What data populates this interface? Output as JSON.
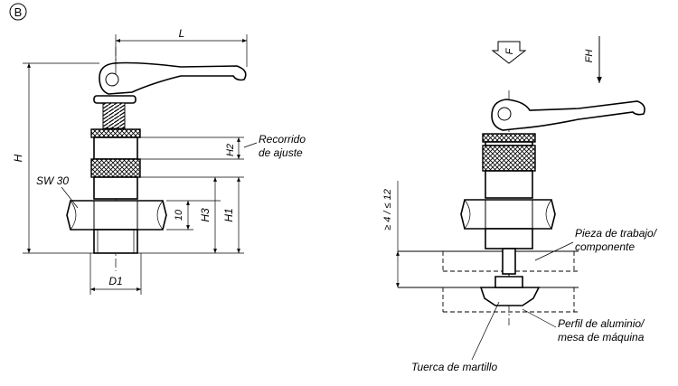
{
  "view_marker": "B",
  "left_view": {
    "dim_L": "L",
    "dim_H": "H",
    "dim_H1": "H1",
    "dim_H2": "H2",
    "dim_H3": "H3",
    "dim_10": "10",
    "dim_D1": "D1",
    "label_SW": "SW 30",
    "callout_adjust_line1": "Recorrido",
    "callout_adjust_line2": "de ajuste"
  },
  "right_view": {
    "force_F": "F",
    "force_FH": "FH",
    "dim_thickness": "≥ 4 / ≤ 12",
    "callout_workpiece_line1": "Pieza de trabajo/",
    "callout_workpiece_line2": "componente",
    "callout_profile_line1": "Perfil de aluminio/",
    "callout_profile_line2": "mesa de máquina",
    "callout_hammer_nut": "Tuerca de martillo"
  }
}
